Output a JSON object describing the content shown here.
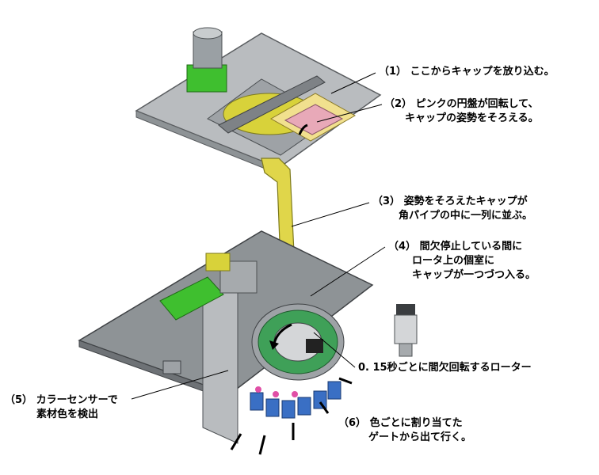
{
  "callouts": {
    "step1": {
      "line1": "（1） ここからキャップを放り込む。"
    },
    "step2": {
      "line1": "（2） ピンクの円盤が回転して、",
      "line2": "キャップの姿勢をそろえる。"
    },
    "step3": {
      "line1": "（3） 姿勢をそろえたキャップが",
      "line2": "角パイプの中に一列に並ぶ。"
    },
    "step4": {
      "line1": "（4） 間欠停止している間に",
      "line2": "ロータ上の個室に",
      "line3": "キャップが一つづつ入る。"
    },
    "rotor": {
      "line1": "0. 15秒ごとに間欠回転するローター"
    },
    "step5": {
      "line1": "（5） カラーセンサーで",
      "line2": "素材色を検出"
    },
    "step6": {
      "line1": "（6） 色ごとに割り当てた",
      "line2": "ゲートから出て行く。"
    }
  },
  "colors": {
    "motor_green": "#3fbf2f",
    "feeder_yellow": "#d8d23a",
    "pink_disc": "#e8a9b8",
    "gate_blue": "#3a6fc4",
    "plate_gray": "#8e9396",
    "frame_gray": "#b9bcbf"
  }
}
